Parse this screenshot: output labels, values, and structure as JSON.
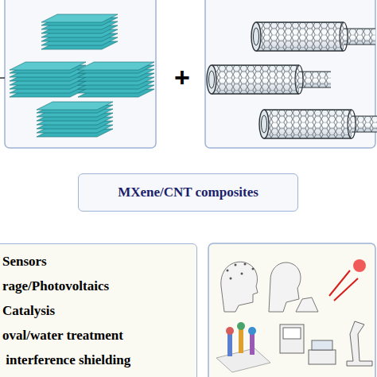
{
  "diagram": {
    "nodes": [
      {
        "text": [
          "MXene/CNT composites"
        ]
      },
      {
        "text": [
          "Sensors",
          "rage/Photovoltaics",
          "Catalysis",
          "oval/water treatment",
          " interference shielding"
        ]
      }
    ],
    "labels": [
      "+"
    ]
  }
}
